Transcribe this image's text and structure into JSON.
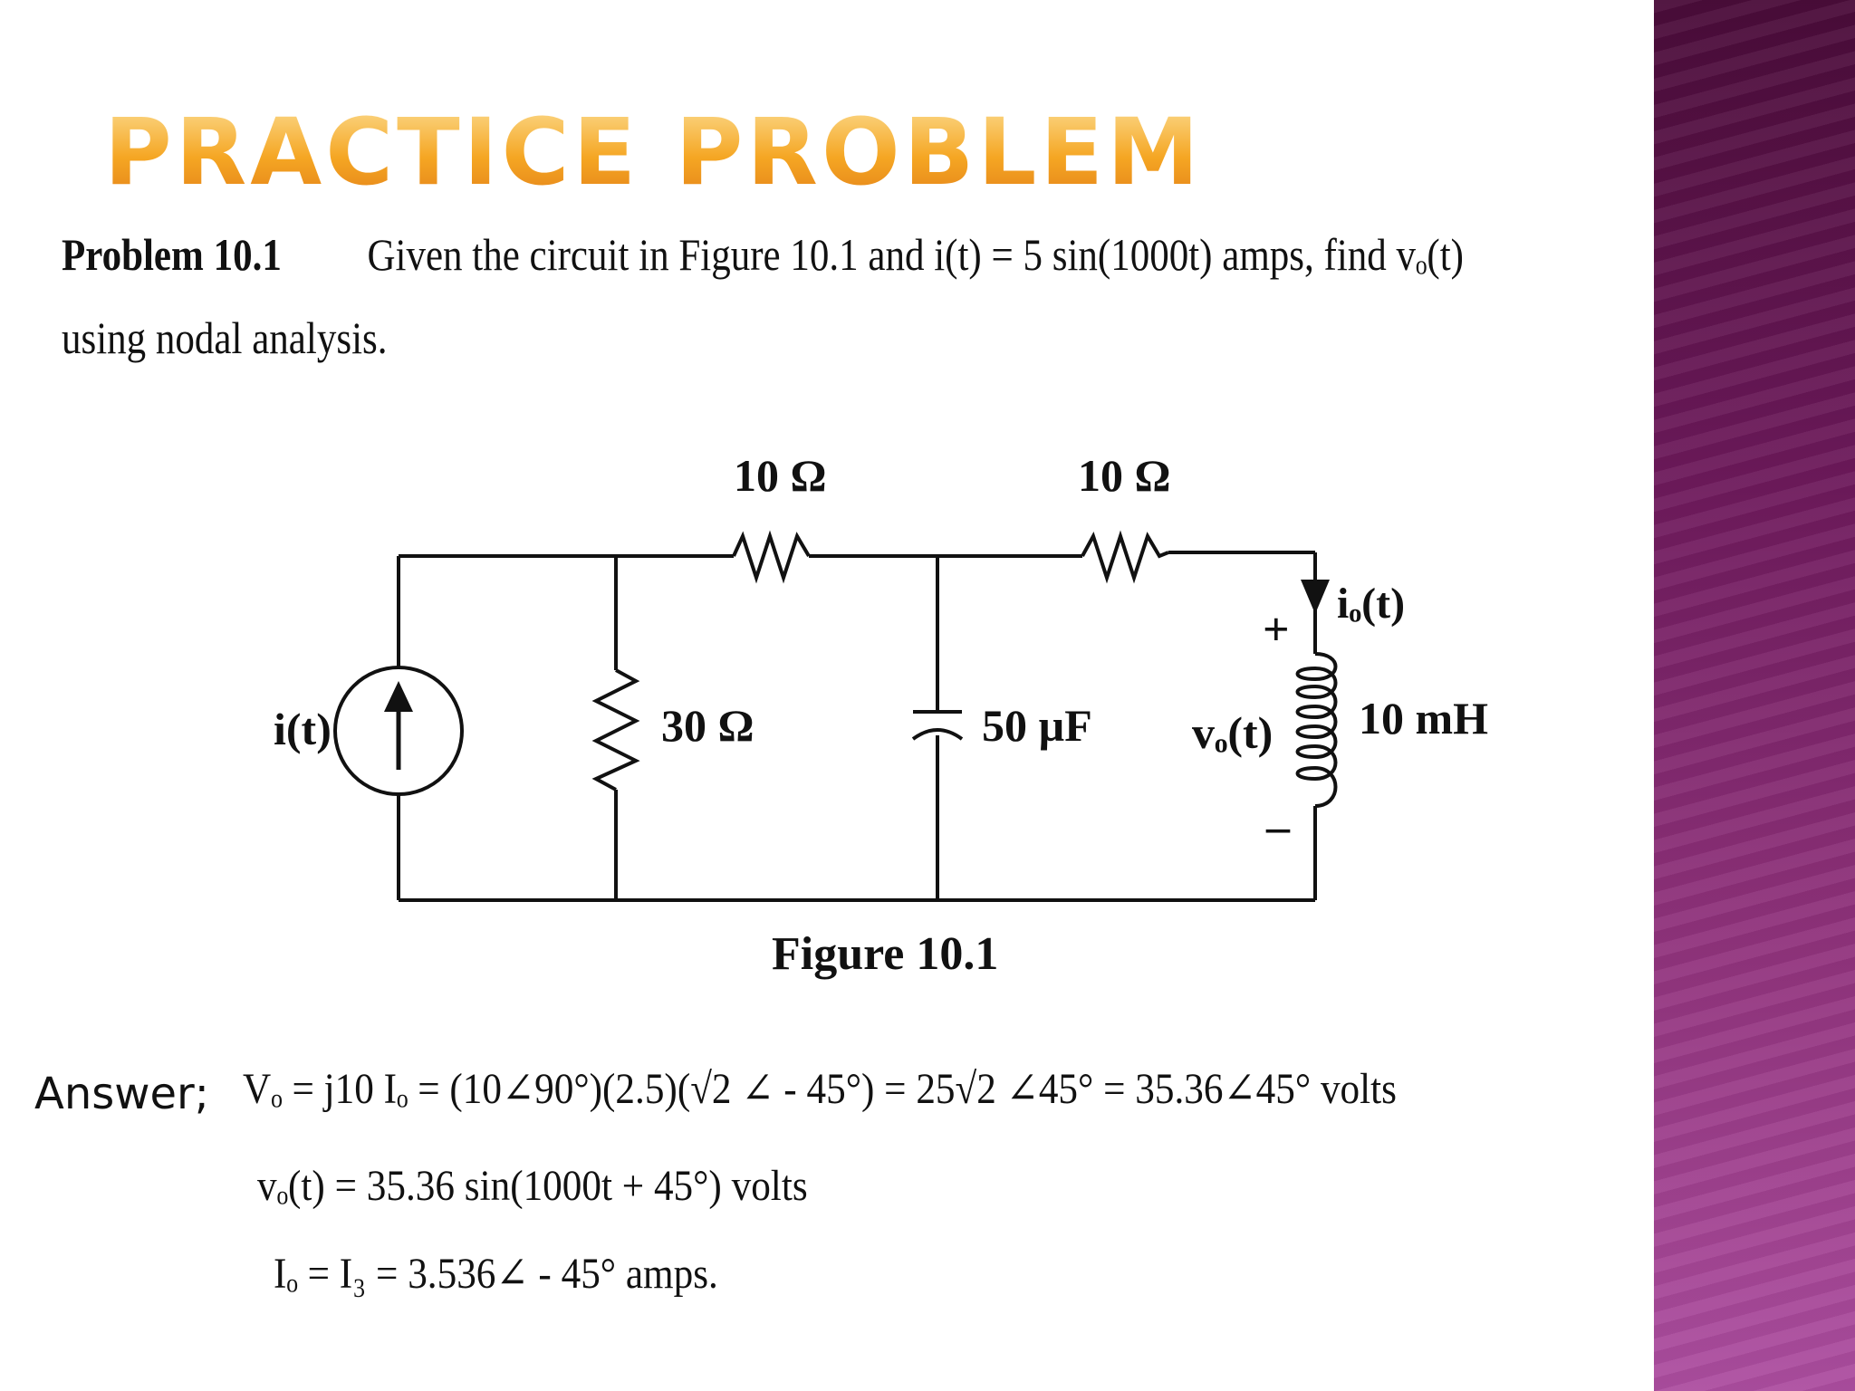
{
  "slide": {
    "title": "PRACTICE PROBLEM",
    "problem_label": "Problem 10.1",
    "problem_text": "Given the circuit in Figure 10.1 and i(t) = 5 sin(1000t) amps, find vₒ(t)",
    "problem_text_2": "using nodal analysis."
  },
  "circuit": {
    "source_label": "i(t)",
    "r1_label": "10 Ω",
    "r2_label": "10 Ω",
    "r_shunt_label": "30 Ω",
    "capacitor_label": "50 µF",
    "inductor_label": "10 mH",
    "vo_label": "vₒ(t)",
    "io_label": "iₒ(t)",
    "plus": "+",
    "minus": "–",
    "figure_caption": "Figure 10.1"
  },
  "answer": {
    "label": "Answer;",
    "line1": "Vₒ = j10 Iₒ = (10∠90°)(2.5)(√2 ∠ - 45°)  = 25√2 ∠45° = 35.36∠45°  volts",
    "line2": "vₒ(t) = 35.36 sin(1000t + 45°)  volts",
    "line3": "Iₒ = I₃ = 3.536∠ - 45°  amps."
  },
  "colors": {
    "title": "#f5a623",
    "sidebar_top": "#4a0c39",
    "sidebar_bottom": "#ad4ea0"
  }
}
